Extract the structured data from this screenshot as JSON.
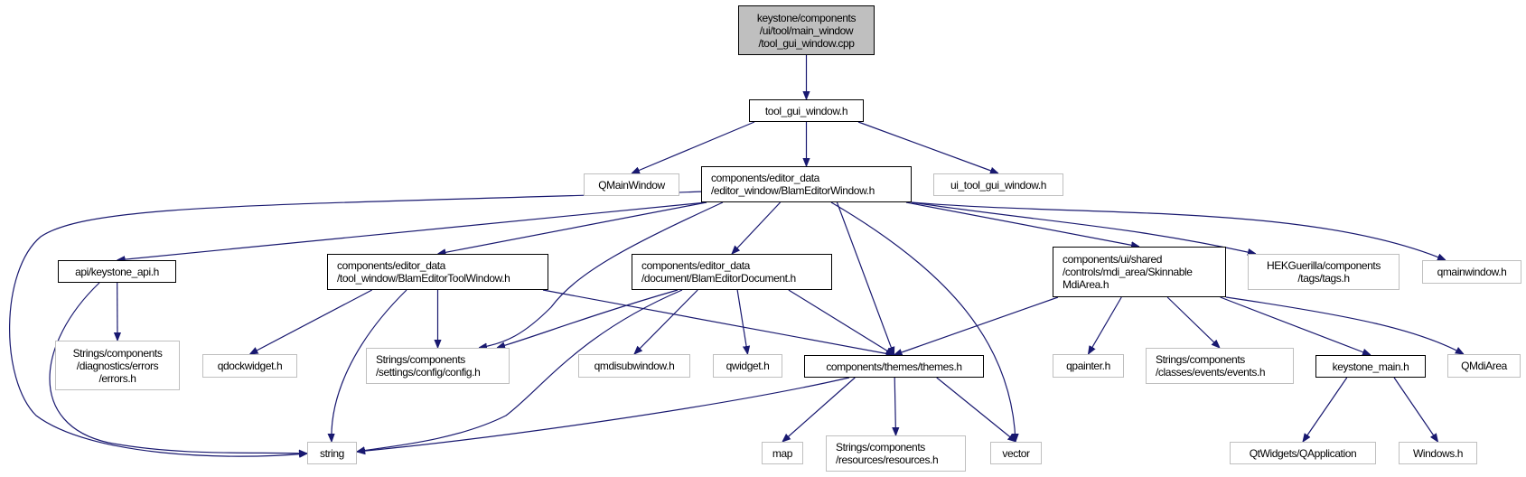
{
  "diagram": {
    "type": "include-dependency-graph",
    "edge_color": "#191970",
    "root_fill": "#bfbfbf",
    "documented_border": "#000000",
    "external_border": "#bfbfbf",
    "nodes": [
      {
        "id": "root",
        "label": "keystone/components\n/ui/tool/main_window\n/tool_gui_window.cpp",
        "kind": "root"
      },
      {
        "id": "tgw",
        "label": "tool_gui_window.h",
        "kind": "doc"
      },
      {
        "id": "qmainwindow",
        "label": "QMainWindow",
        "kind": "ext"
      },
      {
        "id": "bew",
        "label": "components/editor_data\n/editor_window/BlamEditorWindow.h",
        "kind": "doc"
      },
      {
        "id": "uitgw",
        "label": "ui_tool_gui_window.h",
        "kind": "ext"
      },
      {
        "id": "api",
        "label": "api/keystone_api.h",
        "kind": "doc"
      },
      {
        "id": "errors",
        "label": "Strings/components\n/diagnostics/errors\n/errors.h",
        "kind": "ext"
      },
      {
        "id": "betw",
        "label": "components/editor_data\n/tool_window/BlamEditorToolWindow.h",
        "kind": "doc"
      },
      {
        "id": "qdock",
        "label": "qdockwidget.h",
        "kind": "ext"
      },
      {
        "id": "config",
        "label": "Strings/components\n/settings/config/config.h",
        "kind": "ext"
      },
      {
        "id": "string",
        "label": "string",
        "kind": "ext"
      },
      {
        "id": "bed",
        "label": "components/editor_data\n/document/BlamEditorDocument.h",
        "kind": "doc"
      },
      {
        "id": "qmdisub",
        "label": "qmdisubwindow.h",
        "kind": "ext"
      },
      {
        "id": "qwidget",
        "label": "qwidget.h",
        "kind": "ext"
      },
      {
        "id": "themes",
        "label": "components/themes/themes.h",
        "kind": "doc"
      },
      {
        "id": "skin",
        "label": "components/ui/shared\n/controls/mdi_area/Skinnable\nMdiArea.h",
        "kind": "doc"
      },
      {
        "id": "hek",
        "label": "HEKGuerilla/components\n/tags/tags.h",
        "kind": "ext"
      },
      {
        "id": "qmainwindowh",
        "label": "qmainwindow.h",
        "kind": "ext"
      },
      {
        "id": "qpainter",
        "label": "qpainter.h",
        "kind": "ext"
      },
      {
        "id": "events",
        "label": "Strings/components\n/classes/events/events.h",
        "kind": "ext"
      },
      {
        "id": "kmain",
        "label": "keystone_main.h",
        "kind": "doc"
      },
      {
        "id": "qmdiarea",
        "label": "QMdiArea",
        "kind": "ext"
      },
      {
        "id": "map",
        "label": "map",
        "kind": "ext"
      },
      {
        "id": "resources",
        "label": "Strings/components\n/resources/resources.h",
        "kind": "ext"
      },
      {
        "id": "vector",
        "label": "vector",
        "kind": "ext"
      },
      {
        "id": "qapp",
        "label": "QtWidgets/QApplication",
        "kind": "ext"
      },
      {
        "id": "windows",
        "label": "Windows.h",
        "kind": "ext"
      }
    ],
    "edges": [
      [
        "root",
        "tgw"
      ],
      [
        "tgw",
        "qmainwindow"
      ],
      [
        "tgw",
        "bew"
      ],
      [
        "tgw",
        "uitgw"
      ],
      [
        "bew",
        "string"
      ],
      [
        "bew",
        "api"
      ],
      [
        "bew",
        "betw"
      ],
      [
        "bew",
        "config"
      ],
      [
        "bew",
        "bed"
      ],
      [
        "bew",
        "themes"
      ],
      [
        "bew",
        "vector"
      ],
      [
        "bew",
        "skin"
      ],
      [
        "bew",
        "hek"
      ],
      [
        "bew",
        "qmainwindowh"
      ],
      [
        "api",
        "errors"
      ],
      [
        "api",
        "string"
      ],
      [
        "betw",
        "qdock"
      ],
      [
        "betw",
        "config"
      ],
      [
        "betw",
        "string"
      ],
      [
        "betw",
        "themes"
      ],
      [
        "bed",
        "config"
      ],
      [
        "bed",
        "string"
      ],
      [
        "bed",
        "qmdisub"
      ],
      [
        "bed",
        "qwidget"
      ],
      [
        "bed",
        "themes"
      ],
      [
        "skin",
        "themes"
      ],
      [
        "skin",
        "qpainter"
      ],
      [
        "skin",
        "events"
      ],
      [
        "skin",
        "kmain"
      ],
      [
        "skin",
        "qmdiarea"
      ],
      [
        "themes",
        "string"
      ],
      [
        "themes",
        "map"
      ],
      [
        "themes",
        "resources"
      ],
      [
        "themes",
        "vector"
      ],
      [
        "kmain",
        "qapp"
      ],
      [
        "kmain",
        "windows"
      ]
    ]
  }
}
